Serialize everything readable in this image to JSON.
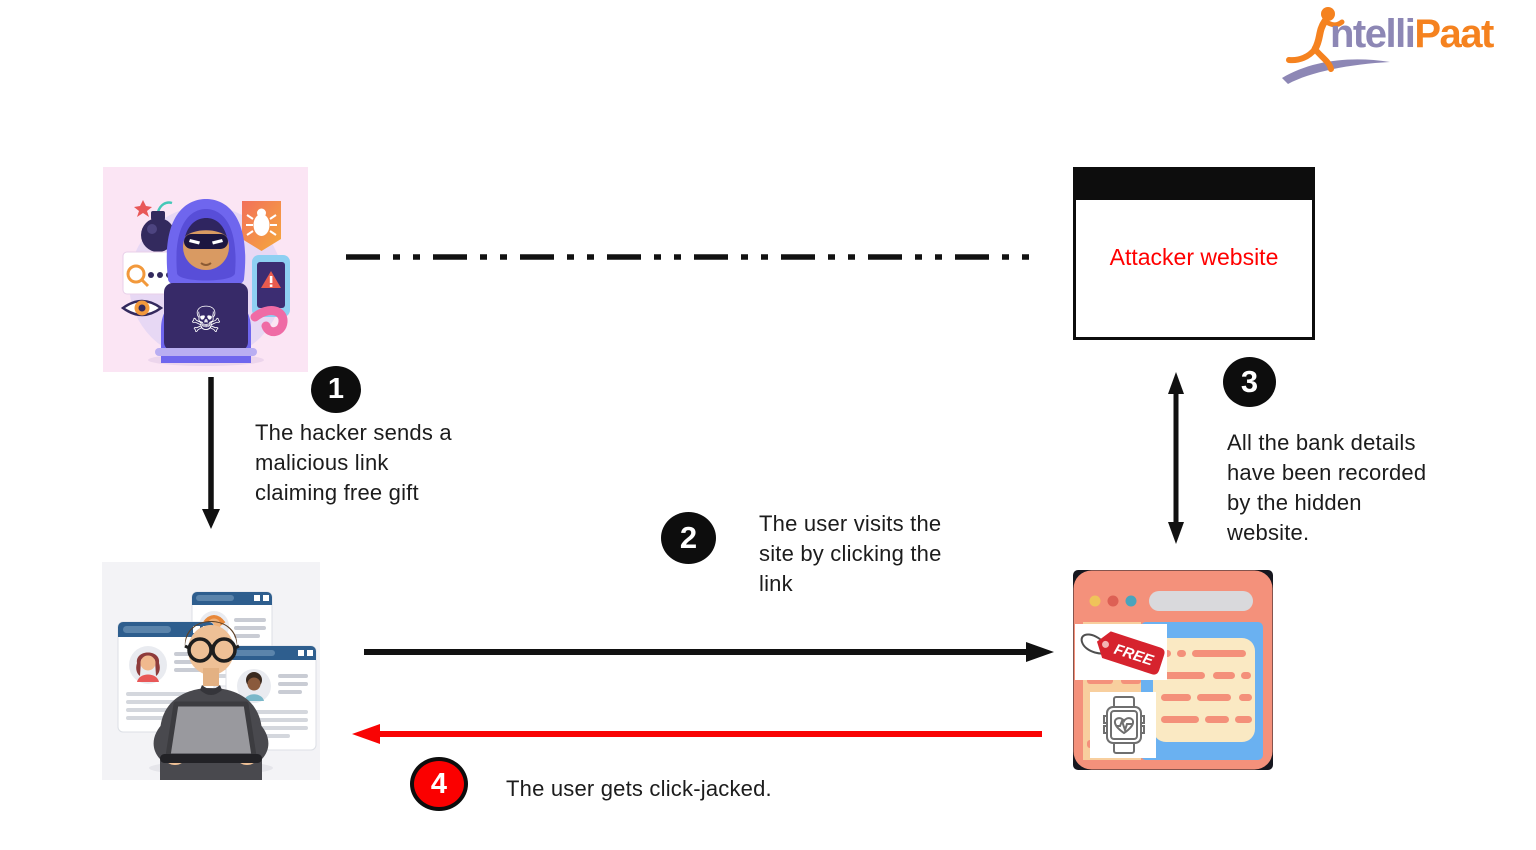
{
  "logo": {
    "full_name": "IntelliPaat",
    "brand_part1": "ntelli",
    "brand_part2": "Paat",
    "purple": "#8d87b5",
    "orange": "#f5821f"
  },
  "attacker_site": {
    "label": "Attacker website",
    "label_color": "#ff0000",
    "frame_color": "#0d0d0d"
  },
  "steps": {
    "s1": {
      "number": "1",
      "lines": [
        "The hacker sends a",
        "malicious link",
        "claiming free gift"
      ]
    },
    "s2": {
      "number": "2",
      "lines": [
        "The user visits the",
        "site by clicking the",
        "link"
      ]
    },
    "s3": {
      "number": "3",
      "lines": [
        "All the bank details",
        "have been recorded",
        "by the hidden",
        "website."
      ]
    },
    "s4": {
      "number": "4",
      "lines": [
        "The user gets click-jacked."
      ]
    }
  },
  "badges": {
    "default_bg": "#0d0d0d",
    "step4_bg": "#fb0000",
    "number_color": "#ffffff"
  },
  "arrows": {
    "hacker_to_user": "down",
    "user_to_site": "right",
    "site_to_user": "left",
    "site_to_attacker": "double-vertical",
    "black": "#111111",
    "red": "#f90404",
    "dashed_link_style": "dash-dot-dot"
  },
  "free_site": {
    "tag_label": "FREE",
    "tag_color": "#d6232e"
  },
  "icons": {
    "skull": "☠",
    "hacker_illustration": "hacker-at-laptop",
    "user_illustration": "user-at-laptop-with-profile-cards",
    "free_site_illustration": "website-with-free-tag-and-smartwatch"
  }
}
